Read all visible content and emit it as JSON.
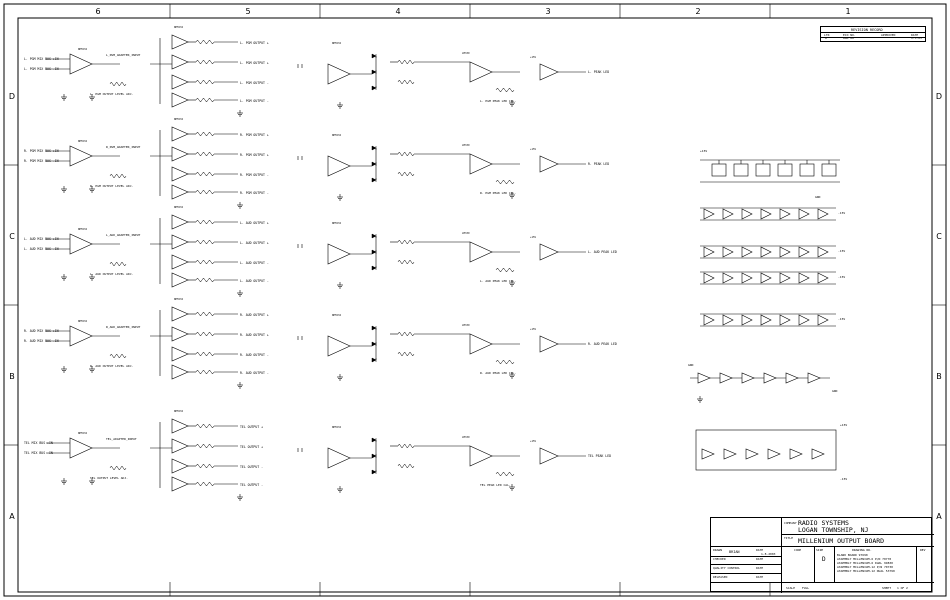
{
  "border": {
    "top_zones": [
      "6",
      "5",
      "4",
      "3",
      "2",
      "1"
    ],
    "side_zones": [
      "D",
      "C",
      "B",
      "A"
    ]
  },
  "channels": [
    {
      "in_plus": "L. PGM MIX BUS +IN",
      "in_minus": "L. PGM MIX BUS -IN",
      "adjust_label": "L_PGM_ADAPTER_INPUT",
      "level_label": "L. PGM OUTPUT LEVEL ADJ.",
      "output_plus": "L. PGM OUTPUT +",
      "output_minus": "L. PGM OUTPUT -",
      "peak_cal": "L. PGM PEAK LED CAL.",
      "peak_led": "L. PEAK LED"
    },
    {
      "in_plus": "R. PGM MIX BUS +IN",
      "in_minus": "R. PGM MIX BUS -IN",
      "adjust_label": "R_PGM_ADAPTER_INPUT",
      "level_label": "R. PGM OUTPUT LEVEL ADJ.",
      "output_plus": "R. PGM OUTPUT +",
      "output_minus": "R. PGM OUTPUT -",
      "peak_cal": "R. PGM PEAK LED CAL.",
      "peak_led": "R. PEAK LED"
    },
    {
      "in_plus": "L. AUD MIX BUS +IN",
      "in_minus": "L. AUD MIX BUS -IN",
      "adjust_label": "L_AUD_ADAPTER_INPUT",
      "level_label": "L. AUD OUTPUT LEVEL ADJ.",
      "output_plus": "L. AUD OUTPUT +",
      "output_minus": "L. AUD OUTPUT -",
      "peak_cal": "L. AUD PEAK LED CAL.",
      "peak_led": "L. AUD PEAK LED"
    },
    {
      "in_plus": "R. AUD MIX BUS +IN",
      "in_minus": "R. AUD MIX BUS -IN",
      "adjust_label": "R_AUD_ADAPTER_INPUT",
      "level_label": "R. AUD OUTPUT LEVEL ADJ.",
      "output_plus": "R. AUD OUTPUT +",
      "output_minus": "R. AUD OUTPUT -",
      "peak_cal": "R. AUD PEAK LED CAL.",
      "peak_led": "R. AUD PEAK LED"
    },
    {
      "in_plus": "TEL MIX BUS +IN",
      "in_minus": "TEL MIX BUS -IN",
      "adjust_label": "TEL_ADAPTER_INPUT",
      "level_label": "TEL OUTPUT LEVEL ADJ.",
      "output_plus": "TEL OUTPUT +",
      "output_minus": "TEL OUTPUT -",
      "peak_cal": "TEL PEAK LED CAL.",
      "peak_led": "TEL PEAK LED"
    }
  ],
  "common_parts": {
    "opamp": "NE5532",
    "comparator": "LM339",
    "rail_pos": "+15V",
    "rail_neg": "-15V",
    "ground": "GND"
  },
  "revision_block": {
    "title": "REVISION RECORD",
    "headers": [
      "LTR",
      "ECO NO.",
      "APPROVED",
      "DATE"
    ],
    "row": [
      "A",
      "AUD 66",
      "",
      "1-5-03"
    ]
  },
  "title_block": {
    "company_label": "COMPANY",
    "company_line1": "RADIO SYSTEMS",
    "company_line2": "LOGAN TOWNSHIP, NJ",
    "title_label": "TITLE",
    "title": "MILLENIUM OUTPUT BOARD",
    "drawn_label": "DRAWN",
    "drawn_by": "BRIAN",
    "date_label": "DATE",
    "date": "1-8-2003",
    "checked_label": "CHECKED",
    "qc_label": "QUALITY CONTROL",
    "released_label": "RELEASED",
    "code_label": "CODE",
    "size_label": "SIZE",
    "size": "D",
    "drawing_no_label": "DRAWING NO.",
    "drawing_lines": [
      "BLANK BOARD 97690",
      "ASSEMBLY MILLENIUM-6 P/N 70770",
      "ASSEMBLY MILLENIUM-6 DUAL 99830",
      "ASSEMBLY MILLENIUM-12 P/N 70730",
      "ASSEMBLY MILLENIUM-12 DUAL 53790"
    ],
    "rev_label": "REV",
    "scale_label": "SCALE",
    "scale": "FULL",
    "sheet_label": "SHEET",
    "sheet": "1 OF 2"
  }
}
